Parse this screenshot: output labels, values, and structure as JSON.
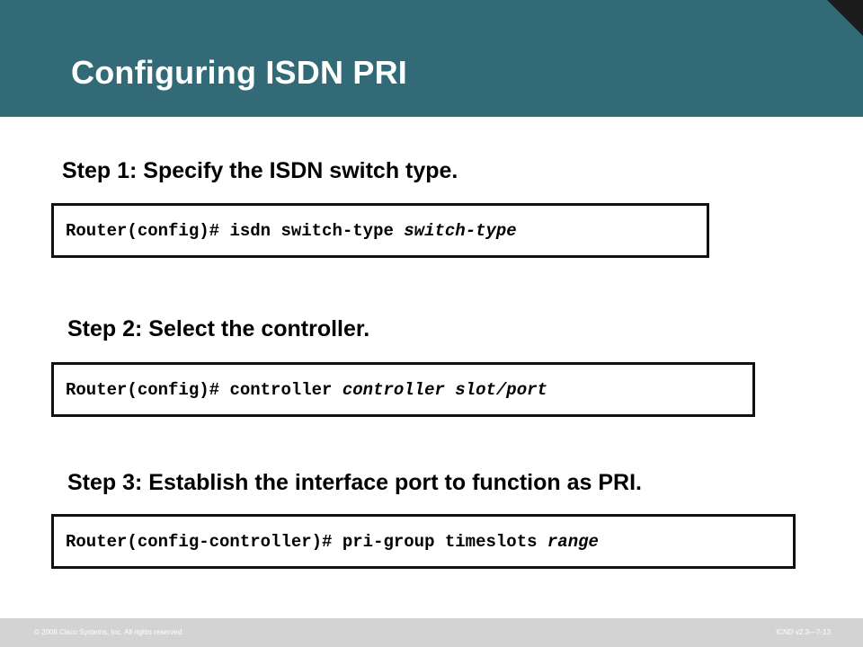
{
  "slide": {
    "title": "Configuring ISDN PRI",
    "steps": [
      {
        "heading": "Step 1: Specify the ISDN switch type.",
        "command_prompt": "Router(config)# ",
        "command_keyword": "isdn switch-type ",
        "command_argument": "switch-type"
      },
      {
        "heading": "Step 2: Select the controller.",
        "command_prompt": "Router(config)# ",
        "command_keyword": "controller ",
        "command_argument": "controller slot/port"
      },
      {
        "heading": "Step 3: Establish the interface port to function as PRI.",
        "command_prompt": "Router(config-controller)# ",
        "command_keyword": "pri-group timeslots ",
        "command_argument": "range"
      }
    ]
  },
  "footer": {
    "copyright": "© 2006 Cisco Systems, Inc. All rights reserved.",
    "course_ref": "ICND v2.3—7-13"
  },
  "colors": {
    "header_bg": "#336a78",
    "footer_bg": "#d3d3d3"
  }
}
